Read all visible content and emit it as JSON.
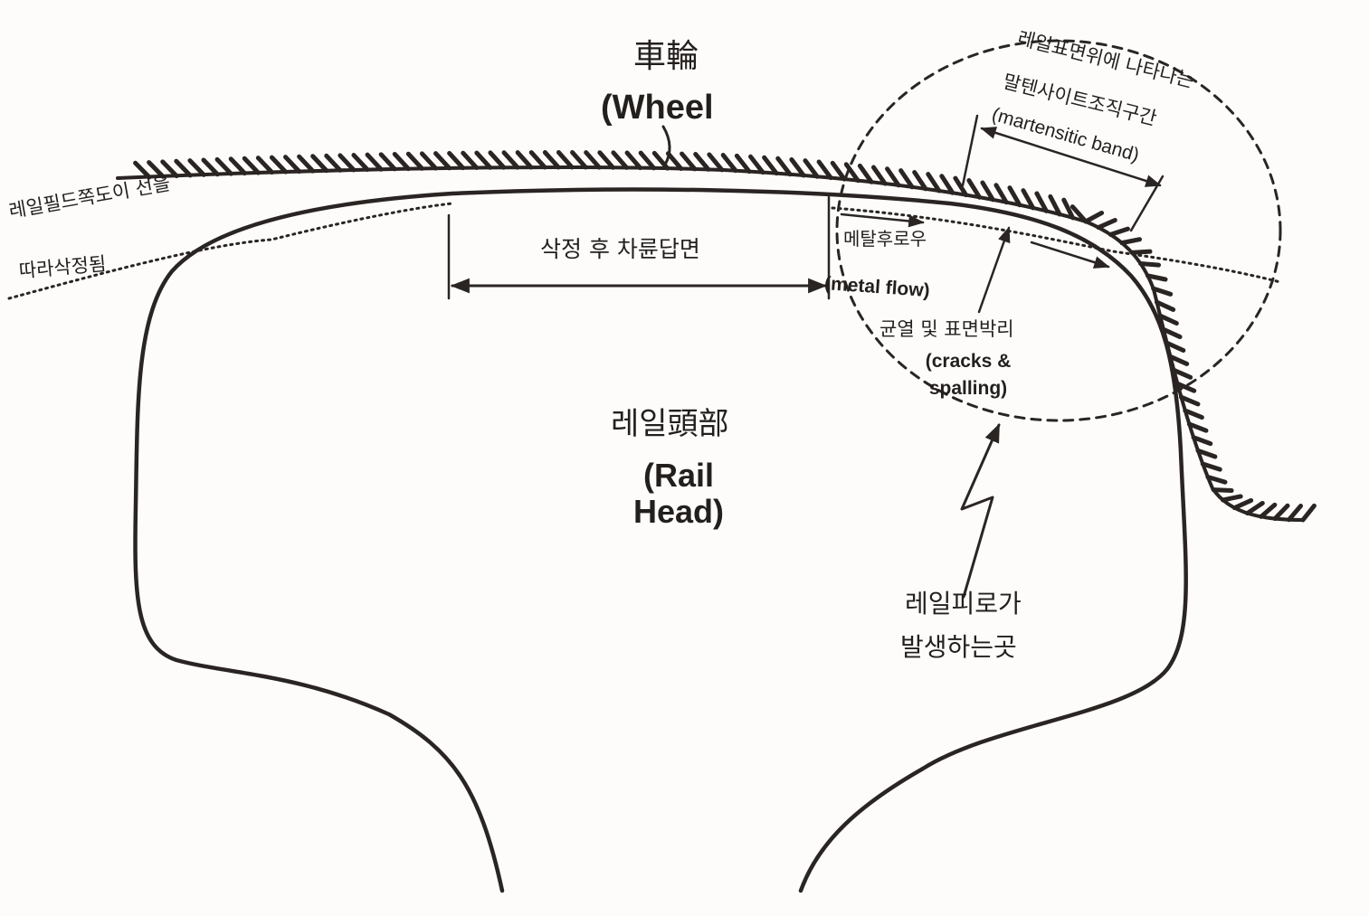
{
  "colors": {
    "ink": "#2a2523",
    "paper": "#fdfcfa"
  },
  "labels": {
    "wheel_ko": "車輪",
    "wheel_en": "(Wheel",
    "wheel_en_close": ")",
    "rail_gauge_line_1": "레일필드쪽도이 선을",
    "rail_gauge_line_2": "따라삭정됨",
    "martensite_ko_1": "레일표면위에 나타나는",
    "martensite_ko_2": "말텐사이트조직구간",
    "martensite_en": "(martensitic band)",
    "contact_surface": "삭정 후 차륜답면",
    "metal_flow_ko": "메탈후로우",
    "metal_flow_en": "(metal flow)",
    "cracks_ko": "균열 및 표면박리",
    "cracks_en_1": "(cracks &",
    "cracks_en_2": "spalling)",
    "rail_head_ko": "레일頭部",
    "rail_head_en_1": "(Rail",
    "rail_head_en_2": "Head)",
    "fatigue_1": "레일피로가",
    "fatigue_2": "발생하는곳"
  }
}
